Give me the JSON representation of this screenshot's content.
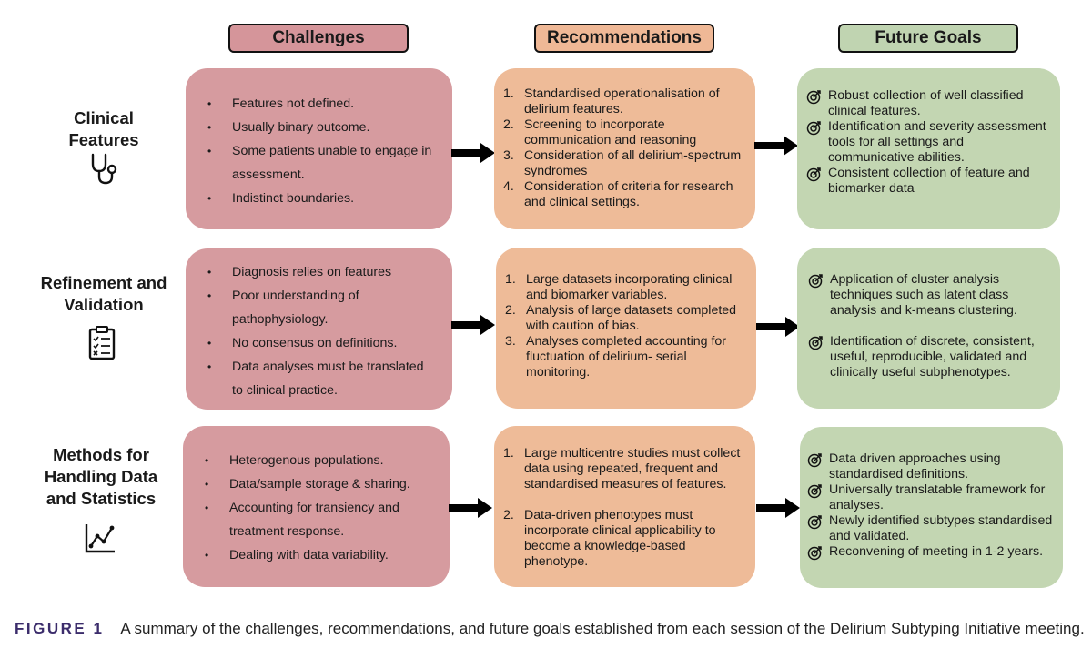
{
  "headers": {
    "challenges": "Challenges",
    "recommendations": "Recommendations",
    "future_goals": "Future Goals"
  },
  "rows": [
    {
      "label": [
        "Clinical",
        "Features"
      ],
      "icon": "stethoscope-icon",
      "challenges": [
        "Features not defined.",
        "Usually binary outcome.",
        "Some patients unable to engage in assessment.",
        "Indistinct boundaries."
      ],
      "recommendations": [
        {
          "n": "1.",
          "text": "Standardised operationalisation of delirium features."
        },
        {
          "n": "2.",
          "text": "Screening to incorporate communication and reasoning"
        },
        {
          "n": "3.",
          "text": "Consideration of all delirium-spectrum syndromes"
        },
        {
          "n": "4.",
          "text": "Consideration of criteria for research and clinical settings."
        }
      ],
      "goals": [
        "Robust collection of well classified clinical features.",
        "Identification and severity assessment tools for all settings and communicative abilities.",
        "Consistent collection of feature and biomarker data"
      ]
    },
    {
      "label": [
        "Refinement and",
        "Validation"
      ],
      "icon": "clipboard-checklist-icon",
      "challenges": [
        "Diagnosis relies on features",
        "Poor understanding of pathophysiology.",
        "No consensus on definitions.",
        "Data analyses must be translated to clinical practice."
      ],
      "recommendations": [
        {
          "n": "1.",
          "text": "Large datasets incorporating clinical and biomarker variables."
        },
        {
          "n": "2.",
          "text": "Analysis of large datasets completed with caution of bias."
        },
        {
          "n": "3.",
          "text": "Analyses completed accounting for fluctuation of delirium- serial monitoring."
        }
      ],
      "goals": [
        "Application of cluster analysis techniques such as latent class analysis and k-means clustering.",
        "Identification of discrete, consistent, useful, reproducible, validated and clinically useful subphenotypes."
      ]
    },
    {
      "label": [
        "Methods for",
        "Handling Data",
        "and Statistics"
      ],
      "icon": "line-chart-icon",
      "challenges": [
        "Heterogenous populations.",
        "Data/sample storage & sharing.",
        "Accounting for transiency and treatment response.",
        "Dealing with data variability."
      ],
      "recommendations": [
        {
          "n": "1.",
          "text": "Large multicentre studies must collect data using repeated, frequent and standardised measures of features."
        },
        {
          "n": "2.",
          "text": "Data-driven phenotypes must incorporate clinical applicability to become a knowledge-based phenotype."
        }
      ],
      "goals": [
        "Data driven approaches using standardised definitions.",
        "Universally translatable framework for analyses.",
        "Newly identified subtypes standardised and validated.",
        "Reconvening of meeting in 1-2 years."
      ]
    }
  ],
  "caption": {
    "label": "FIGURE 1",
    "text": "A summary of the challenges, recommendations, and future goals established from each session of the Delirium Subtyping Initiative meeting."
  },
  "colors": {
    "challenges": "#d69b9f",
    "recommendations": "#eebb98",
    "future_goals": "#c3d6b2",
    "figure_label": "#3b2c6b"
  }
}
